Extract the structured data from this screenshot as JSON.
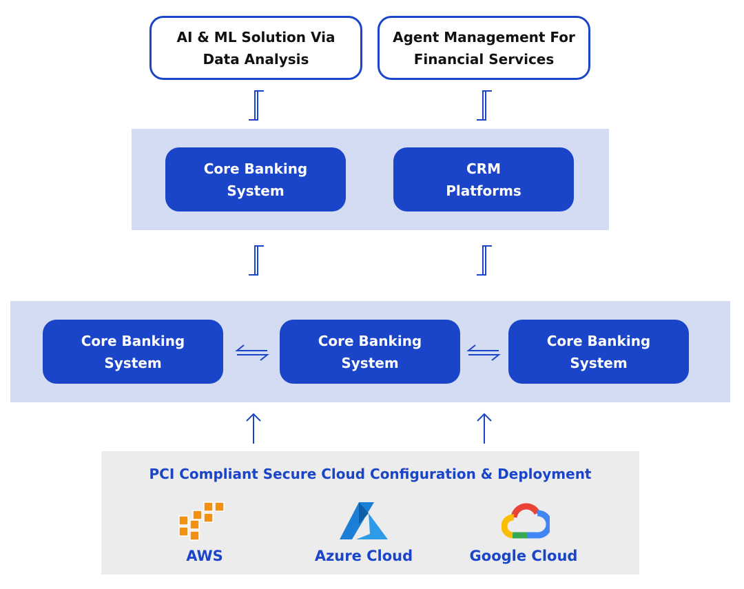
{
  "top_boxes": [
    {
      "line1": "AI & ML Solution Via",
      "line2": "Data Analysis"
    },
    {
      "line1": "Agent Management For",
      "line2": "Financial Services"
    }
  ],
  "middle_boxes": [
    {
      "line1": "Core Banking",
      "line2": "System"
    },
    {
      "line1": "CRM",
      "line2": "Platforms"
    }
  ],
  "lower_boxes": [
    {
      "line1": "Core Banking",
      "line2": "System"
    },
    {
      "line1": "Core Banking",
      "line2": "System"
    },
    {
      "line1": "Core Banking",
      "line2": "System"
    }
  ],
  "cloud_panel": {
    "title": "PCI Compliant Secure Cloud Configuration & Deployment",
    "providers": [
      {
        "label": "AWS",
        "icon": "aws-cubes-icon",
        "color": "#f29111"
      },
      {
        "label": "Azure Cloud",
        "icon": "azure-icon",
        "color": "#1c7fd6"
      },
      {
        "label": "Google Cloud",
        "icon": "google-cloud-icon",
        "color": "#4285f4"
      }
    ]
  },
  "colors": {
    "accent_blue": "#1a45c9",
    "band": "#d3dcf3",
    "panel_gray": "#ececec"
  }
}
